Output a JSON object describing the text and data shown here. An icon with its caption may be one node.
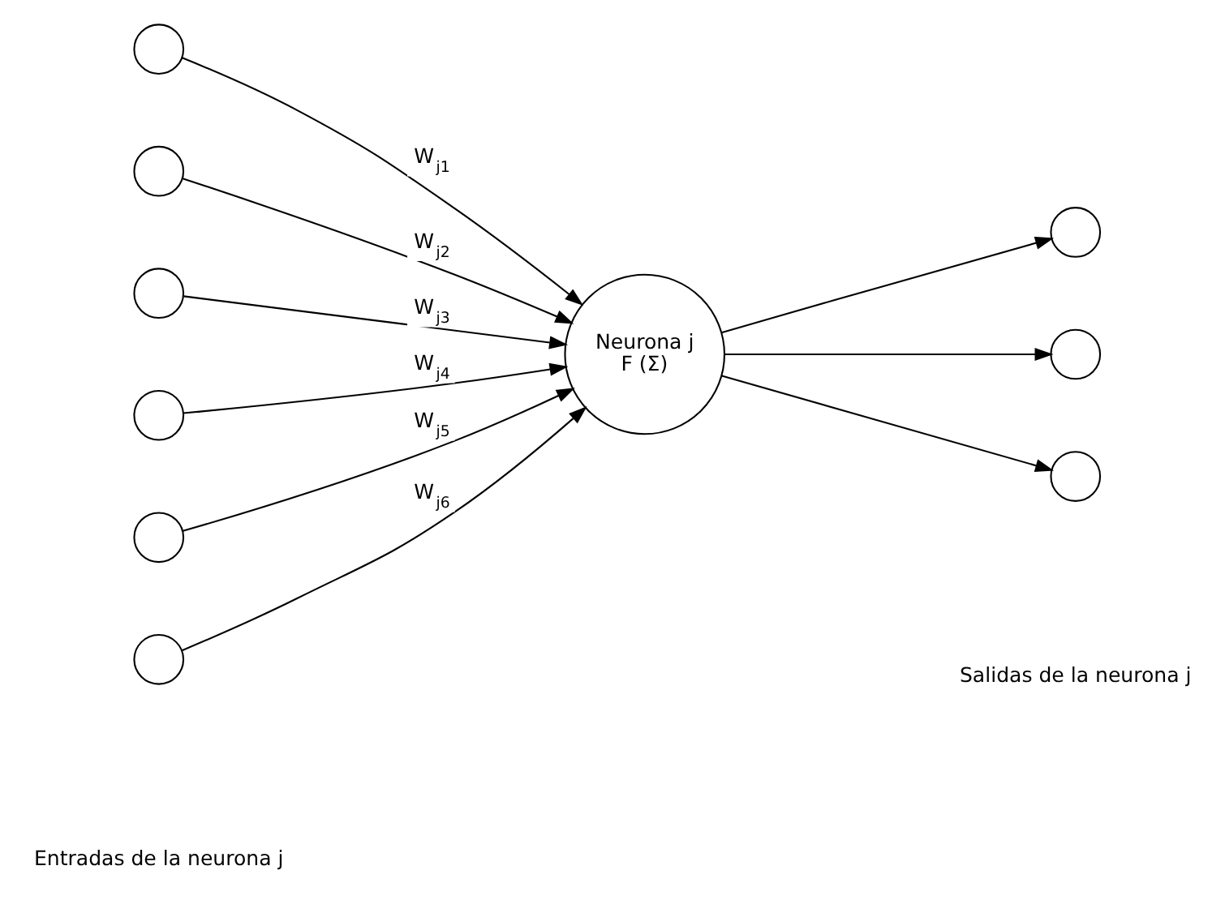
{
  "diagram": {
    "nodes": [
      {
        "text": [],
        "shape": "circle"
      },
      {
        "text": [],
        "shape": "circle"
      },
      {
        "text": [],
        "shape": "circle"
      },
      {
        "text": [],
        "shape": "circle"
      },
      {
        "text": [],
        "shape": "circle"
      },
      {
        "text": [],
        "shape": "circle"
      },
      {
        "text": [
          "Neurona j",
          "F (Σ)"
        ]
      },
      {
        "text": [],
        "shape": "circle"
      },
      {
        "text": [],
        "shape": "circle"
      },
      {
        "text": [],
        "shape": "circle"
      }
    ],
    "edges": [
      {
        "from": 0,
        "to": 6,
        "arrow": "to",
        "label": "W$_{j1}$"
      },
      {
        "from": 1,
        "to": 6,
        "arrow": "to",
        "label": "W$_{j2}$"
      },
      {
        "from": 2,
        "to": 6,
        "arrow": "to",
        "label": "W$_{j3}$"
      },
      {
        "from": 3,
        "to": 6,
        "arrow": "to",
        "label": "W$_{j4}$"
      },
      {
        "from": 4,
        "to": 6,
        "arrow": "to",
        "label": "W$_{j5}$"
      },
      {
        "from": 5,
        "to": 6,
        "arrow": "to",
        "label": "W$_{j6}$"
      },
      {
        "from": 6,
        "to": 7,
        "arrow": "to"
      },
      {
        "from": 6,
        "to": 8,
        "arrow": "to"
      },
      {
        "from": 6,
        "to": 9,
        "arrow": "to"
      }
    ],
    "labels": [
      "Entradas de la neurona j",
      "Salidas de la neurona j"
    ]
  }
}
